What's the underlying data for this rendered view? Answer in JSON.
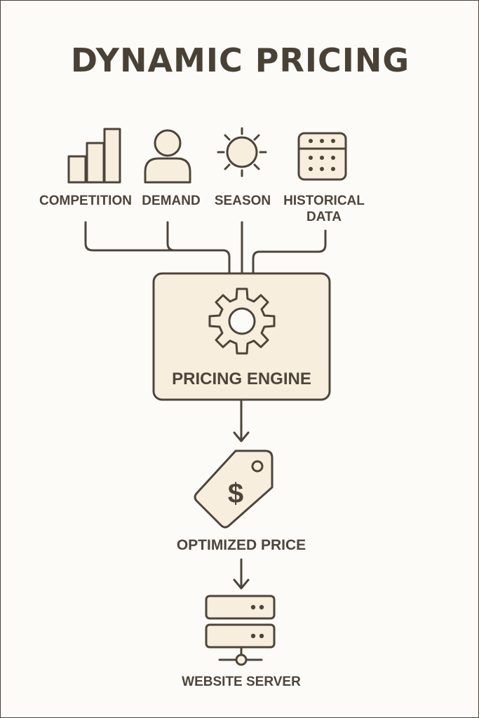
{
  "title": "DYNAMIC PRICING",
  "inputs": [
    {
      "label": "COMPETITION",
      "icon": "bar-chart-icon"
    },
    {
      "label": "DEMAND",
      "icon": "person-icon"
    },
    {
      "label": "SEASON",
      "icon": "sun-icon"
    },
    {
      "label_line1": "HISTORICAL",
      "label_line2": "DATA",
      "icon": "calendar-icon"
    }
  ],
  "engine": {
    "label": "PRICING ENGINE",
    "icon": "gear-icon"
  },
  "output": {
    "label": "OPTIMIZED PRICE",
    "icon": "price-tag-icon",
    "symbol": "$"
  },
  "server": {
    "label": "WEBSITE SERVER",
    "icon": "server-icon"
  },
  "colors": {
    "stroke": "#4d453b",
    "fill": "#f8eedd",
    "background": "#fdfbf7"
  }
}
